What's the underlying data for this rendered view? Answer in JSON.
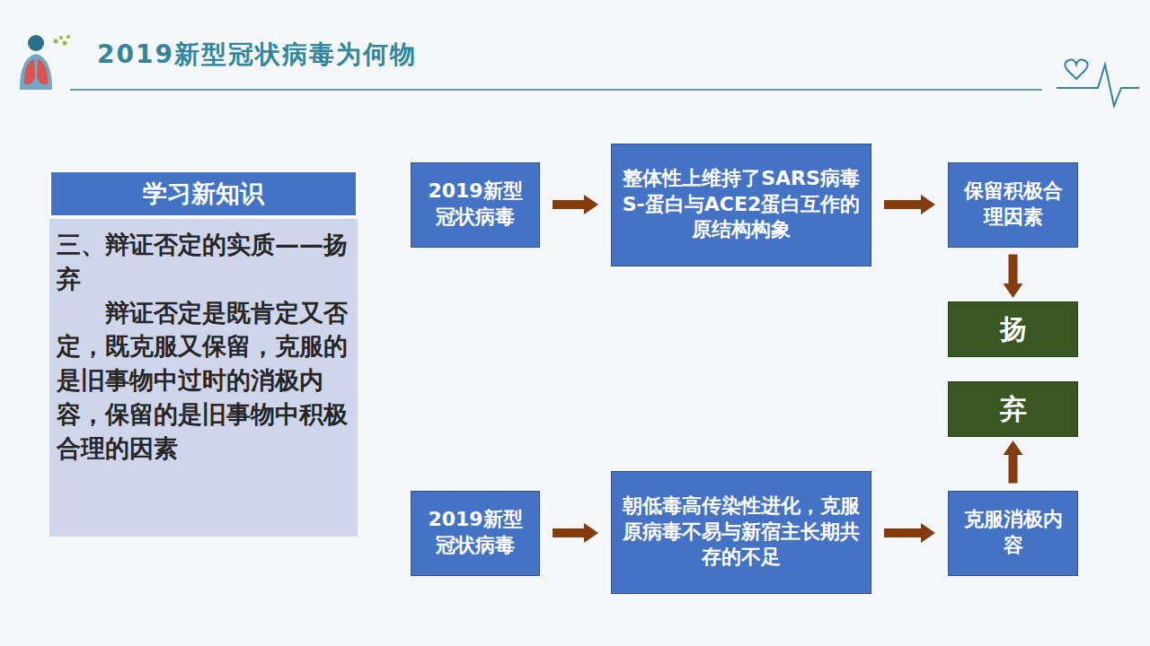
{
  "diagram": {
    "title": "2019新型冠状病毒为何物",
    "nodes": [
      {
        "text": [
          "学习新知识"
        ]
      },
      {
        "text": [
          "三、辩证否定的实质——扬弃",
          "辩证否定是既肯定又否定，既克服又保留，克服的是旧事物中过时的消极内容，保留的是旧事物中积极合理的因素"
        ]
      },
      {
        "text": [
          "2019新型冠状病毒"
        ]
      },
      {
        "text": [
          "整体性上维持了SARS病毒S-蛋白与ACE2蛋白互作的原结构构象"
        ]
      },
      {
        "text": [
          "保留积极合理因素"
        ]
      },
      {
        "text": [
          "扬"
        ]
      },
      {
        "text": [
          "弃"
        ]
      },
      {
        "text": [
          "2019新型冠状病毒"
        ]
      },
      {
        "text": [
          "朝低毒高传染性进化，克服原病毒不易与新宿主长期共存的不足"
        ]
      },
      {
        "text": [
          "克服消极内容"
        ]
      }
    ],
    "edges": [
      {
        "from": 2,
        "to": 3,
        "arrow": "to"
      },
      {
        "from": 3,
        "to": 4,
        "arrow": "to"
      },
      {
        "from": 4,
        "to": 5,
        "arrow": "to"
      },
      {
        "from": 7,
        "to": 8,
        "arrow": "to"
      },
      {
        "from": 8,
        "to": 9,
        "arrow": "to"
      },
      {
        "from": 9,
        "to": 6,
        "arrow": "to"
      }
    ]
  }
}
